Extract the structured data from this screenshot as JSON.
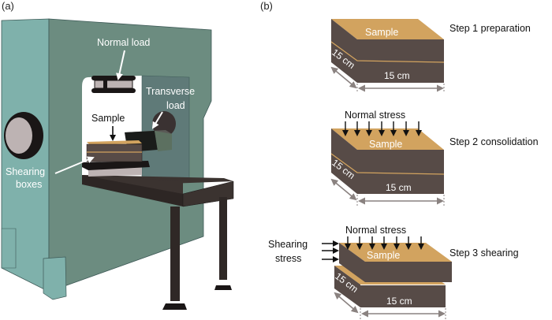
{
  "panels": {
    "a": {
      "label": "(a)",
      "annotations": {
        "normal_load": "Normal load",
        "transverse_load_line1": "Transverse",
        "transverse_load_line2": "load",
        "sample": "Sample",
        "shearing_boxes_line1": "Shearing",
        "shearing_boxes_line2": "boxes"
      }
    },
    "b": {
      "label": "(b)",
      "steps": [
        {
          "title": "Step 1 preparation",
          "sample": "Sample",
          "depth": "15 cm",
          "width": "15 cm"
        },
        {
          "title": "Step 2 consolidation",
          "sample": "Sample",
          "normal_stress": "Normal stress",
          "depth": "15 cm",
          "width": "15 cm"
        },
        {
          "title": "Step 3 shearing",
          "sample": "Sample",
          "normal_stress": "Normal stress",
          "shearing_stress_line1": "Shearing",
          "shearing_stress_line2": "stress",
          "depth": "15 cm",
          "width": "15 cm"
        }
      ]
    }
  },
  "colors": {
    "frame_light": "#7fb1ab",
    "frame_dark": "#6c8c80",
    "frame_inner": "#5f7a78",
    "sample_top": "#d2a35f",
    "sample_body": "#574b47",
    "table": "#3b3330",
    "dim_arrow": "#8a8280",
    "disc": "#bdb3b3"
  }
}
